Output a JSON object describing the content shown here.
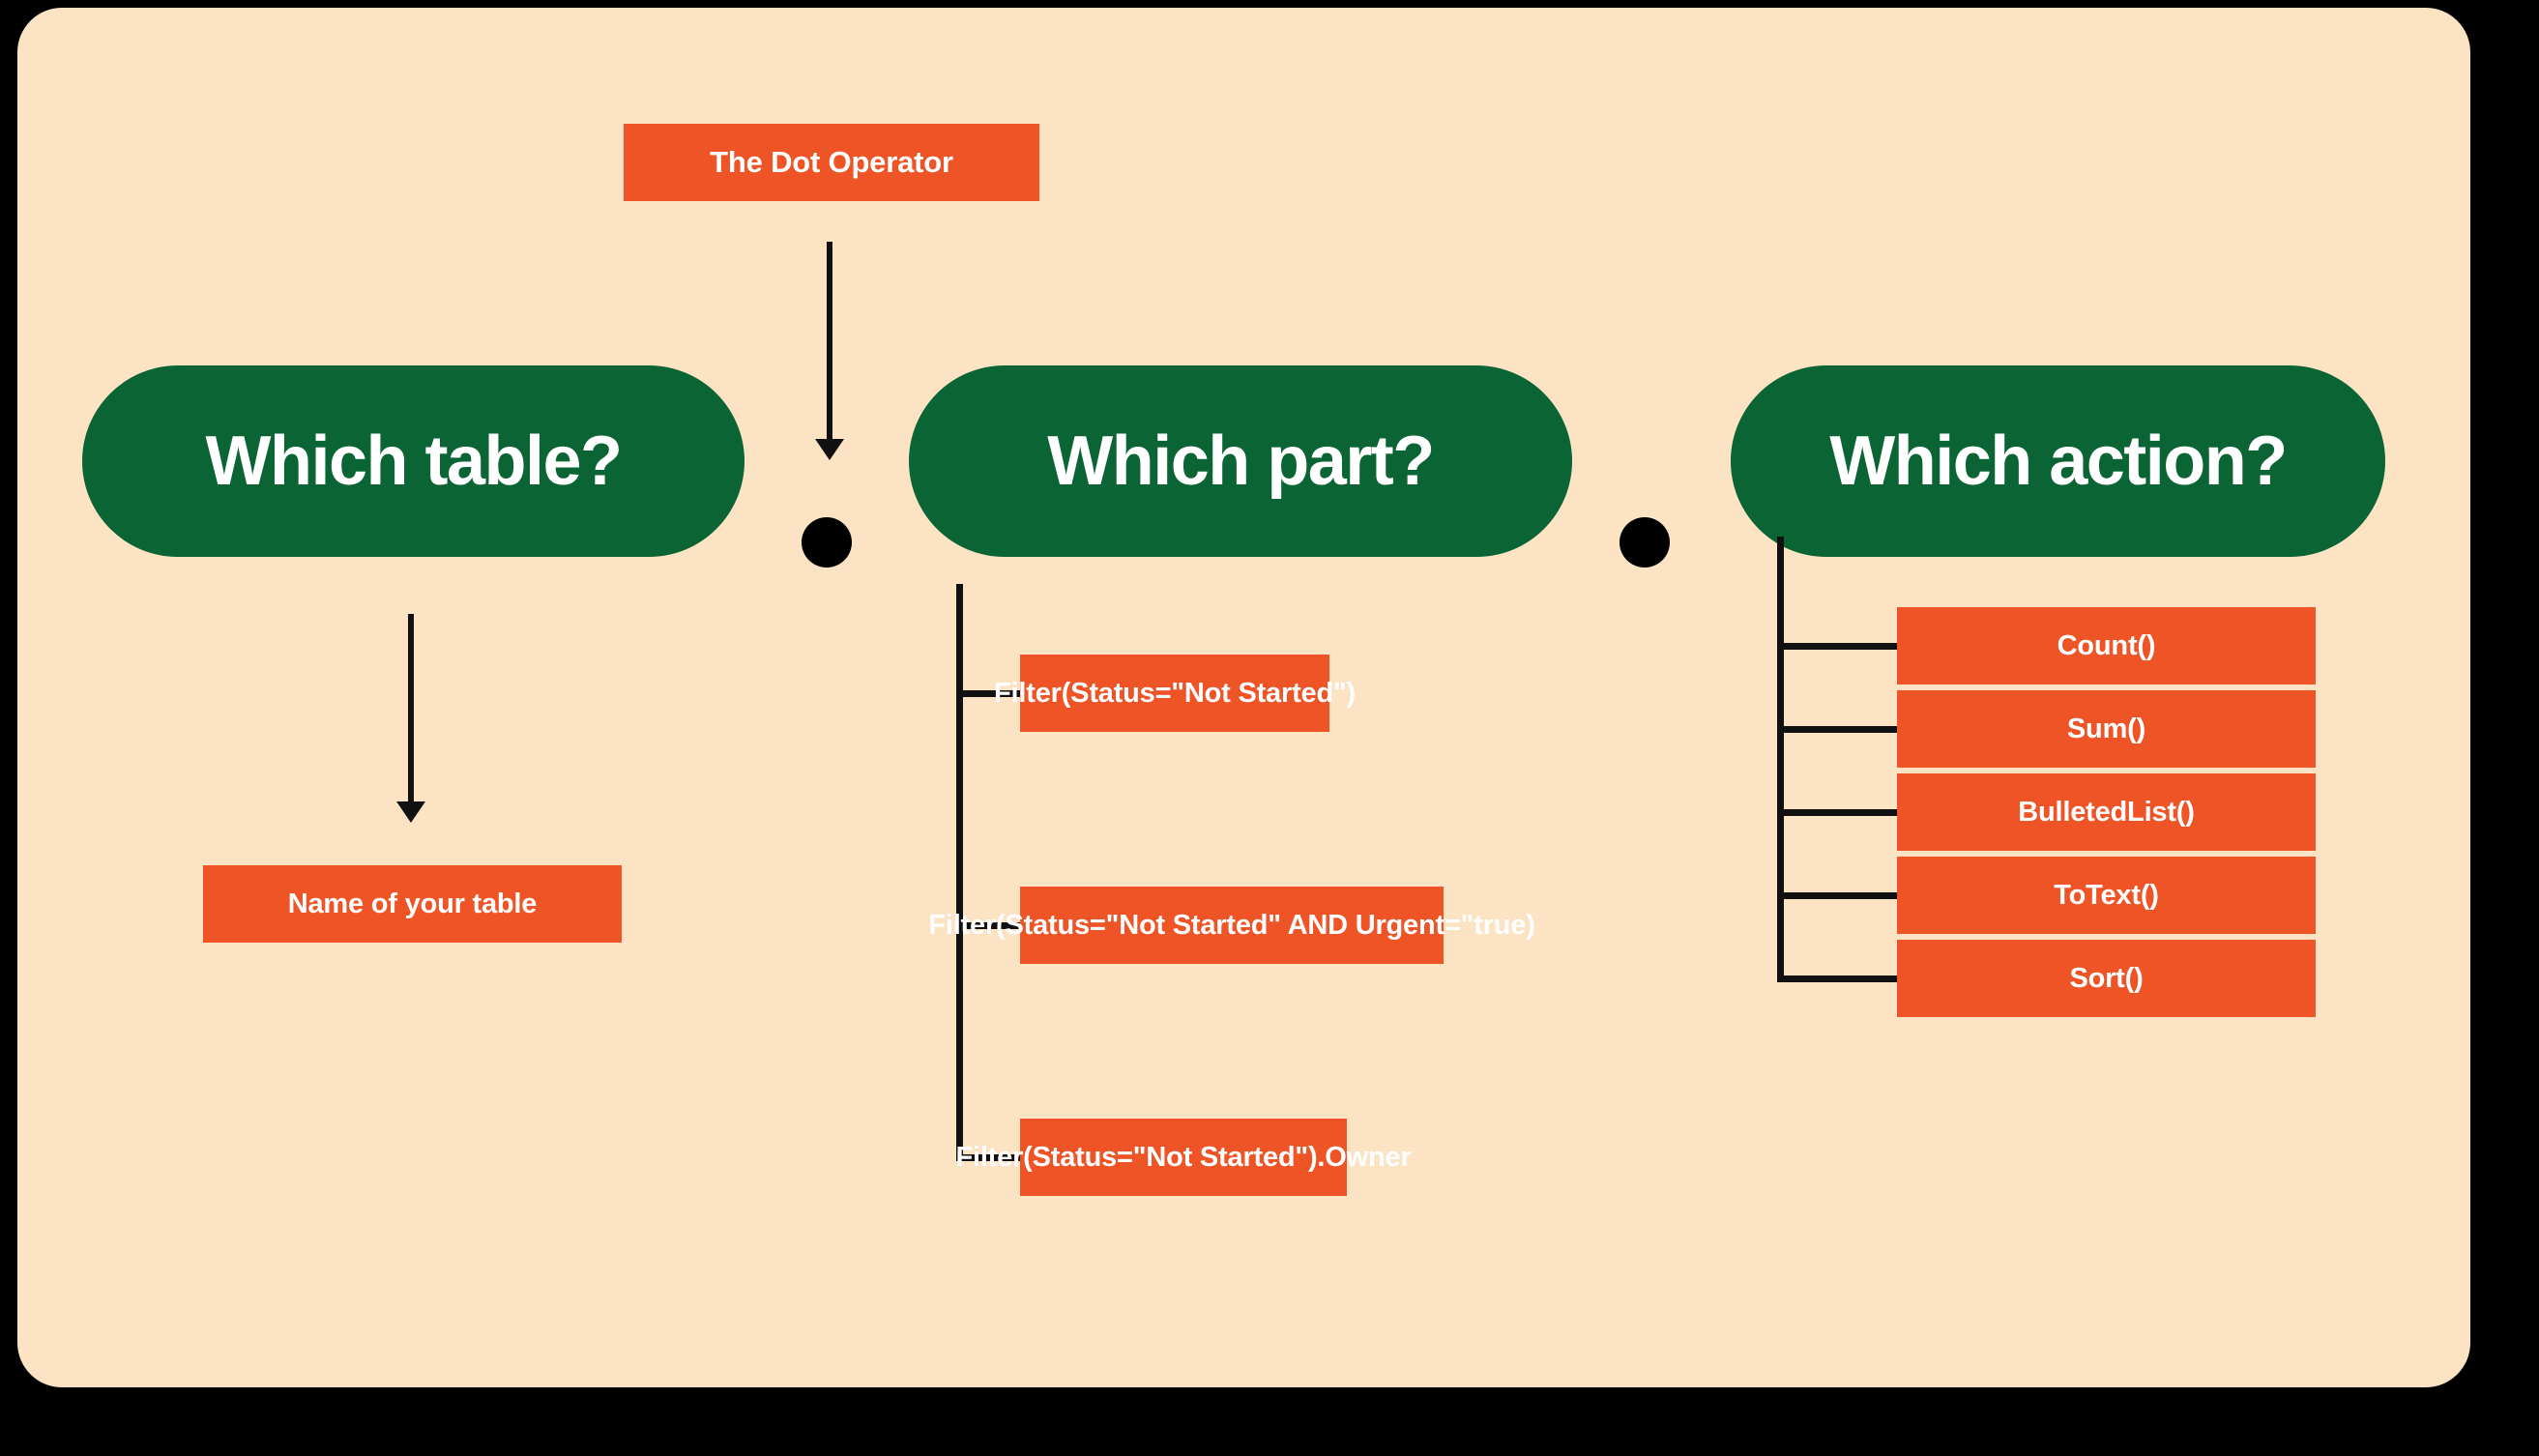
{
  "canvas": {
    "background_color": "#FCE3C4",
    "outer_background_color": "#000000"
  },
  "palette": {
    "orange": "#EE5426",
    "green": "#0A6434",
    "line": "#111111",
    "text_on_fill": "#FFFFFF"
  },
  "title_box": {
    "label": "The Dot Operator"
  },
  "columns": [
    {
      "id": "which-table",
      "heading": "Which table?",
      "connector": "arrow",
      "items": [
        {
          "label": "Name of your table"
        }
      ]
    },
    {
      "id": "which-part",
      "heading": "Which part?",
      "connector": "bracket",
      "items": [
        {
          "label": "Filter(Status=\"Not Started\")"
        },
        {
          "label": "Filter(Status=\"Not Started\" AND Urgent=\"true)"
        },
        {
          "label": "Filter(Status=\"Not Started\").Owner"
        }
      ]
    },
    {
      "id": "which-action",
      "heading": "Which action?",
      "connector": "bracket",
      "items": [
        {
          "label": "Count()"
        },
        {
          "label": "Sum()"
        },
        {
          "label": "BulletedList()"
        },
        {
          "label": "ToText()"
        },
        {
          "label": "Sort()"
        }
      ]
    }
  ],
  "operators": [
    {
      "id": "dot-1",
      "symbol": "."
    },
    {
      "id": "dot-2",
      "symbol": "."
    }
  ]
}
